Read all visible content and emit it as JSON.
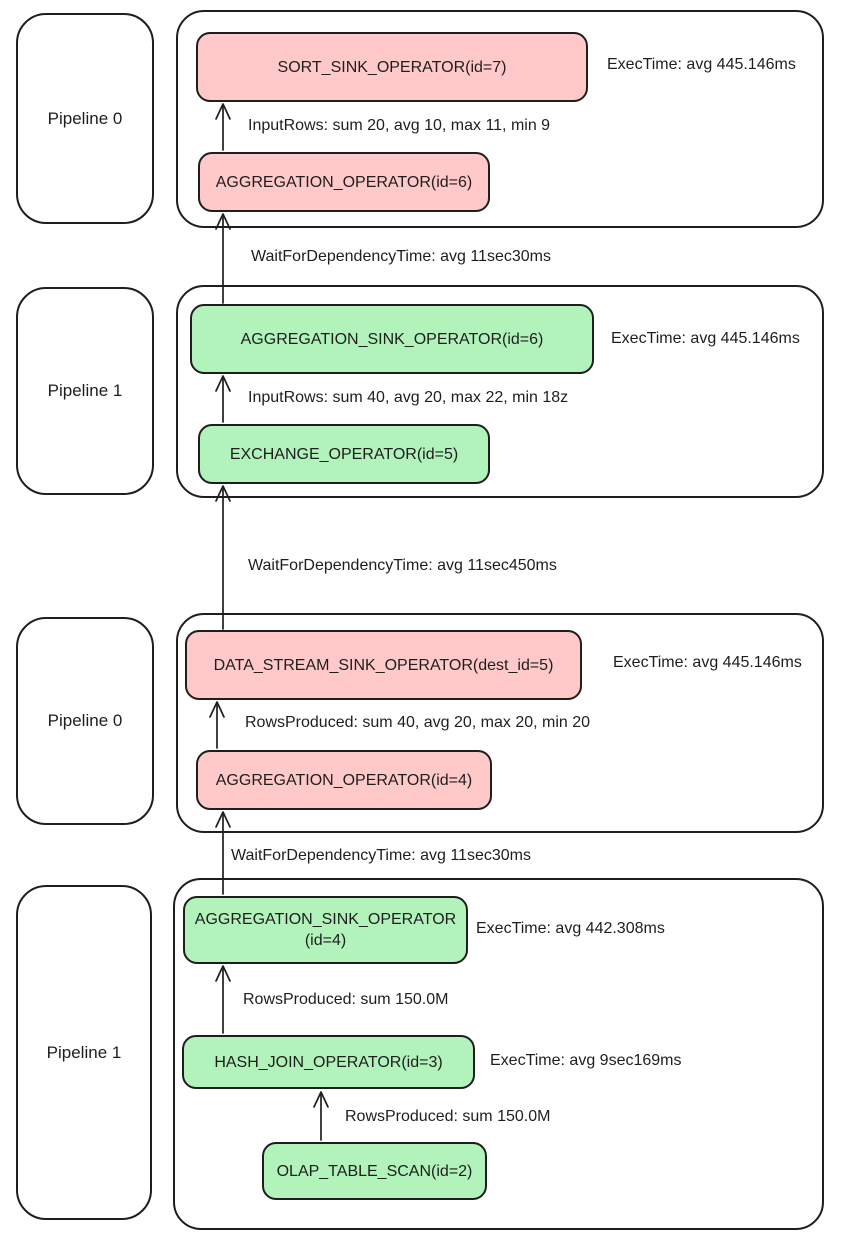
{
  "colors": {
    "pink": "#ffc9c9",
    "green": "#b2f2bb",
    "stroke": "#1e1e1e"
  },
  "sections": [
    {
      "pipeline": "Pipeline 0",
      "node1": "SORT_SINK_OPERATOR(id=7)",
      "exec1": "ExecTime: avg 445.146ms",
      "edge1": "InputRows: sum 20, avg 10, max 11, min 9",
      "node2": "AGGREGATION_OPERATOR(id=6)"
    },
    {
      "pipeline": "Pipeline 1",
      "node1": "AGGREGATION_SINK_OPERATOR(id=6)",
      "exec1": "ExecTime: avg 445.146ms",
      "edge1": "InputRows: sum 40, avg 20, max 22, min 18z",
      "node2": "EXCHANGE_OPERATOR(id=5)"
    },
    {
      "pipeline": "Pipeline 0",
      "node1": "DATA_STREAM_SINK_OPERATOR(dest_id=5)",
      "exec1": "ExecTime: avg 445.146ms",
      "edge1": "RowsProduced: sum 40, avg 20, max 20, min 20",
      "node2": "AGGREGATION_OPERATOR(id=4)"
    },
    {
      "pipeline": "Pipeline 1",
      "node1_line1": "AGGREGATION_SINK_OPERATOR",
      "node1_line2": "(id=4)",
      "exec1": "ExecTime: avg 442.308ms",
      "edge1": "RowsProduced: sum 150.0M",
      "node2": "HASH_JOIN_OPERATOR(id=3)",
      "exec2": "ExecTime: avg 9sec169ms",
      "edge2": "RowsProduced: sum 150.0M",
      "node3": "OLAP_TABLE_SCAN(id=2)"
    }
  ],
  "wait_edges": [
    {
      "label": "WaitForDependencyTime: avg 11sec30ms"
    },
    {
      "label": "WaitForDependencyTime: avg 11sec450ms"
    },
    {
      "label": "WaitForDependencyTime: avg 11sec30ms"
    }
  ]
}
